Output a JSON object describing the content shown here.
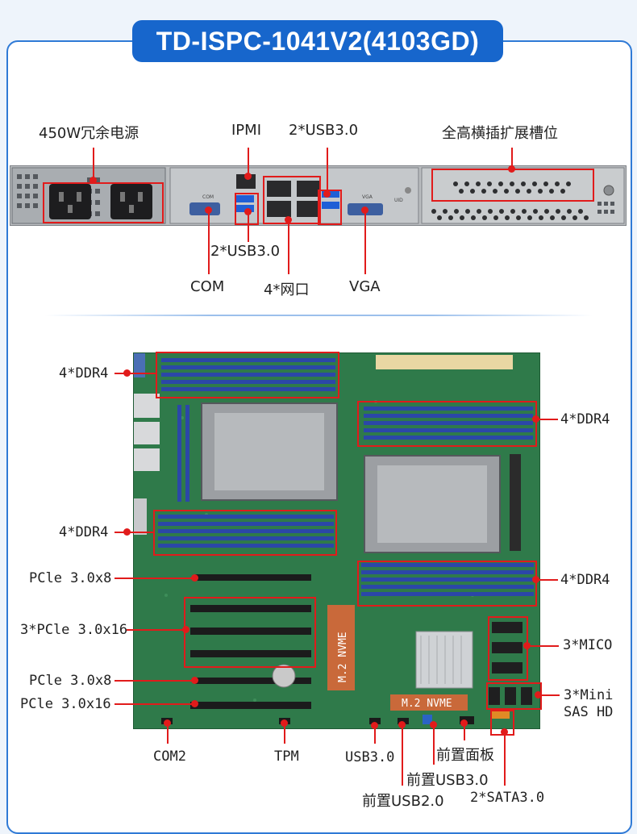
{
  "title": "TD-ISPC-1041V2(4103GD)",
  "colors": {
    "accent": "#1766cc",
    "callout": "#e11b1b",
    "pcb": "#2f7a4a",
    "dimm": "#2b47a8"
  },
  "rear_panel": {
    "labels": {
      "psu": "450W冗余电源",
      "ipmi": "IPMI",
      "usb_top": "2*USB3.0",
      "expansion": "全高横插扩展槽位",
      "usb_bottom": "2*USB3.0",
      "com": "COM",
      "lan": "4*网口",
      "vga": "VGA"
    },
    "panel_text": {
      "com": "COM",
      "vga": "VGA",
      "uid": "UID"
    }
  },
  "motherboard": {
    "labels": {
      "ddr_tl": "4*DDR4",
      "ddr_tr": "4*DDR4",
      "ddr_ml": "4*DDR4",
      "ddr_mr": "4*DDR4",
      "pcie_x8_a": "PCle 3.0x8",
      "pcie_x16_3": "3*PCle 3.0x16",
      "pcie_x8_b": "PCle 3.0x8",
      "pcie_x16_b": "PCle 3.0x16",
      "mico": "3*MICO",
      "minisas_1": "3*Mini",
      "minisas_2": "SAS HD",
      "com2": "COM2",
      "tpm": "TPM",
      "usb30": "USB3.0",
      "front_panel": "前置面板",
      "front_usb3": "前置USB3.0",
      "front_usb2": "前置USB2.0",
      "sata": "2*SATA3.0"
    },
    "board_text": {
      "m2_vertical": "M.2 NVME",
      "m2_horizontal": "M.2 NVME"
    }
  }
}
